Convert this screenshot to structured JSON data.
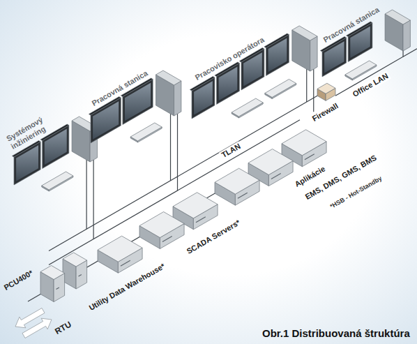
{
  "diagram": {
    "caption": "Obr.1 Distribuovaná štruktúra",
    "nodes": [
      {
        "text": [
          "Systémový inžiniering"
        ]
      },
      {
        "text": [
          "Pracovná stanica"
        ]
      },
      {
        "text": [
          "Pracovisko operátora"
        ]
      },
      {
        "text": [
          "Pracovná stanica"
        ]
      },
      {
        "text": [
          "Firewall"
        ]
      },
      {
        "text": [
          "Aplikácie",
          "EMS, DMS, GMS, BMS"
        ]
      },
      {
        "text": [
          "SCADA Servers*"
        ]
      },
      {
        "text": [
          "Utility Data Warehouse*"
        ]
      },
      {
        "text": [
          "PCU400*"
        ]
      }
    ],
    "edges": [
      {
        "from": 4,
        "to": 3,
        "arrow": "none",
        "label": "Office LAN"
      }
    ],
    "labels": [
      "TLAN",
      "*HSB - Hot-Standby",
      "RTU"
    ]
  }
}
